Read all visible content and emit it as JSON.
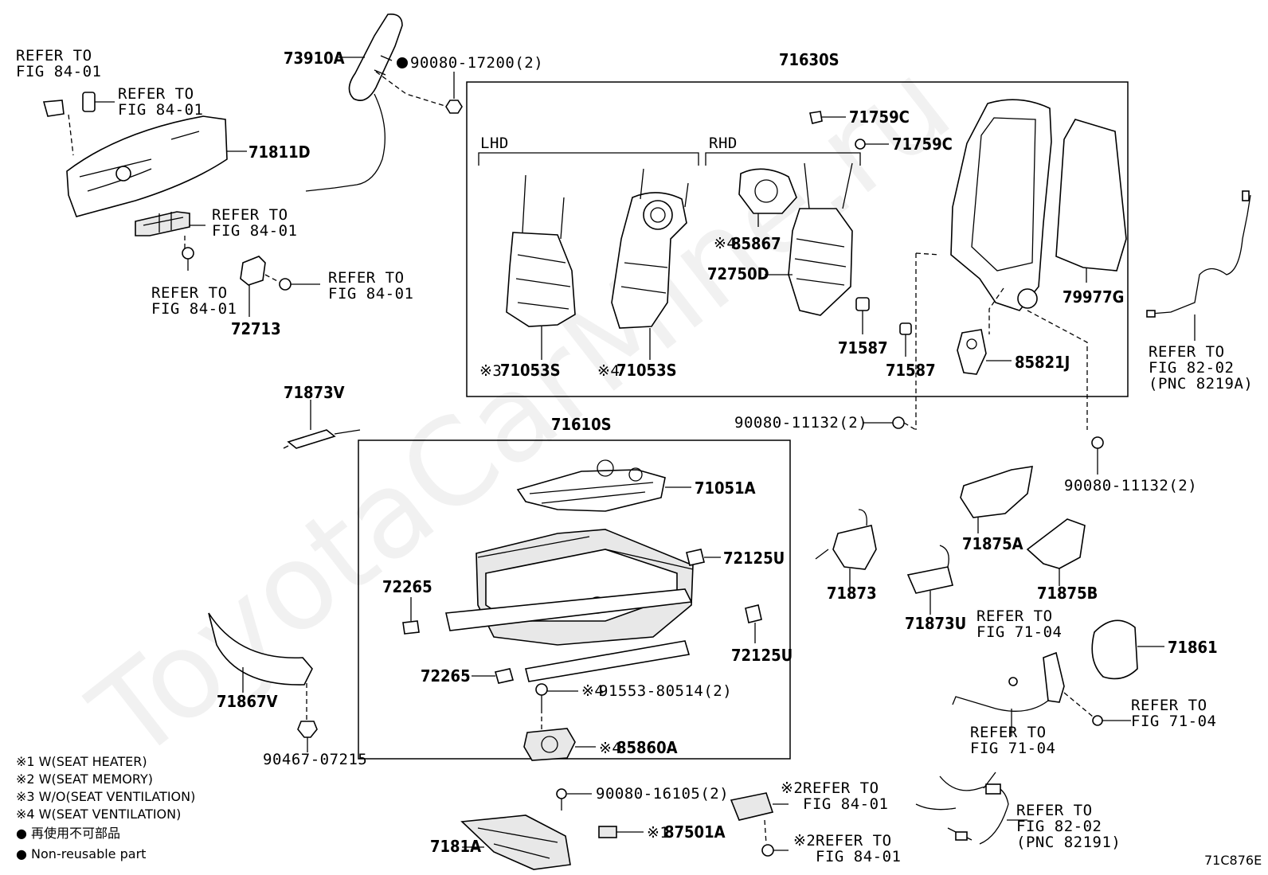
{
  "watermark": "ToyotaCarMine.ru",
  "diagram_code": "71C876E",
  "groups": {
    "lhd": "LHD",
    "rhd": "RHD"
  },
  "labels": {
    "refer_8401_a": [
      "REFER TO",
      "FIG 84-01"
    ],
    "refer_8401_b": [
      "REFER TO",
      "FIG 84-01"
    ],
    "refer_8401_c": [
      "REFER TO",
      "FIG 84-01"
    ],
    "refer_8401_d": [
      "REFER TO",
      "FIG 84-01"
    ],
    "refer_8401_e": [
      "REFER TO",
      "FIG 84-01"
    ],
    "refer_8401_f": [
      "REFER TO",
      "FIG 84-01"
    ],
    "refer_8401_g": [
      "REFER TO",
      "FIG 84-01"
    ],
    "refer_8202_a": [
      "REFER TO",
      "FIG 82-02",
      "(PNC 8219A)"
    ],
    "refer_8202_b": [
      "REFER TO",
      "FIG 82-02",
      "(PNC 82191)"
    ],
    "refer_7104_a": [
      "REFER TO",
      "FIG 71-04"
    ],
    "refer_7104_b": [
      "REFER TO",
      "FIG 71-04"
    ],
    "refer_7104_c": [
      "REFER TO",
      "FIG 71-04"
    ]
  },
  "parts": {
    "p73910A": "73910A",
    "p90080_17200": "90080-17200(2)",
    "p71630S": "71630S",
    "p71811D": "71811D",
    "p72713": "72713",
    "p71759C_1": "71759C",
    "p71759C_2": "71759C",
    "p85867": "85867",
    "p72750D": "72750D",
    "p71053S_1": "71053S",
    "p71053S_2": "71053S",
    "p71587_1": "71587",
    "p71587_2": "71587",
    "p79977G": "79977G",
    "p85821J": "85821J",
    "p71873V": "71873V",
    "p90080_11132_1": "90080-11132(2)",
    "p90080_11132_2": "90080-11132(2)",
    "p71610S": "71610S",
    "p71051A": "71051A",
    "p72125U_1": "72125U",
    "p72125U_2": "72125U",
    "p72265_1": "72265",
    "p72265_2": "72265",
    "p91553": "91553-80514(2)",
    "p85860A": "85860A",
    "p71867V": "71867V",
    "p90467": "90467-07215",
    "p71873": "71873",
    "p71873U": "71873U",
    "p71875A": "71875A",
    "p71875B": "71875B",
    "p71861": "71861",
    "p90080_16105": "90080-16105(2)",
    "p87501A": "87501A",
    "p7181A": "7181A"
  },
  "marks": {
    "m3": "※3",
    "m4a": "※4",
    "m4b": "※4",
    "m4c": "※4",
    "m4d": "※4",
    "m1": "※1",
    "m2a": "※2",
    "m2b": "※2"
  },
  "legend": [
    "※1 W(SEAT HEATER)",
    "※2 W(SEAT MEMORY)",
    "※3 W/O(SEAT VENTILATION)",
    "※4 W(SEAT VENTILATION)",
    "● 再使用不可部品",
    "● Non-reusable part"
  ]
}
